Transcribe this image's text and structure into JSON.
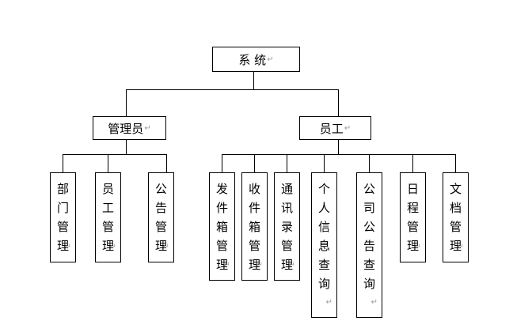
{
  "diagram": {
    "root": {
      "label": "系 统"
    },
    "branches": [
      {
        "label": "管理员",
        "children": [
          {
            "label": "部门管理"
          },
          {
            "label": "员工管理"
          },
          {
            "label": "公告管理"
          }
        ]
      },
      {
        "label": "员工",
        "children": [
          {
            "label": "发件箱管理"
          },
          {
            "label": "收件箱管理"
          },
          {
            "label": "通讯录管理"
          },
          {
            "label": "个人信息查询"
          },
          {
            "label": "公司公告查询"
          },
          {
            "label": "日程管理"
          },
          {
            "label": "文档管理"
          }
        ]
      }
    ],
    "paragraph_mark": "↵",
    "colors": {
      "line": "#000000",
      "box_border": "#000000",
      "background": "#ffffff",
      "paragraph_mark": "#999999"
    }
  }
}
